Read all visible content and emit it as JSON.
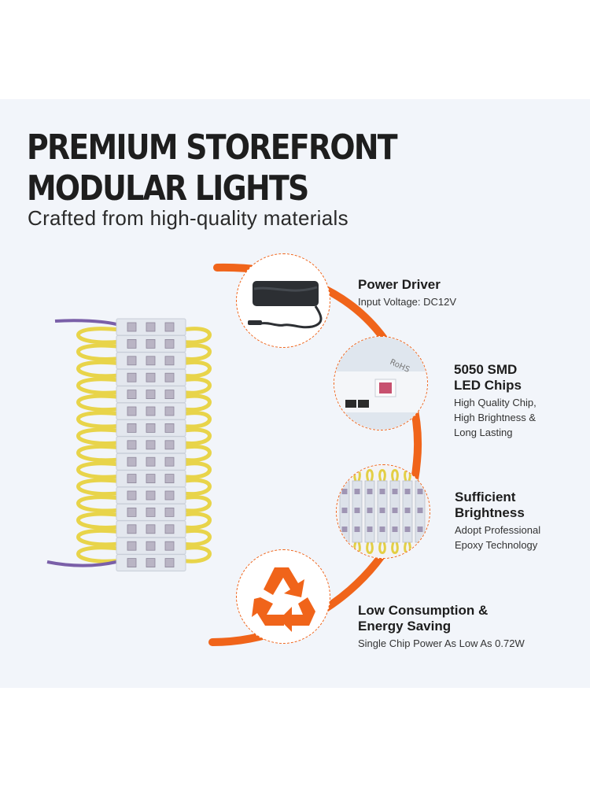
{
  "headline": {
    "line1": "PREMIUM STOREFRONT",
    "line2": "MODULAR LIGHTS"
  },
  "subtitle": "Crafted from high-quality materials",
  "features": [
    {
      "title_lines": [
        "Power Driver"
      ],
      "desc_lines": [
        "Input Voltage: DC12V"
      ],
      "icon": "power-adapter-icon"
    },
    {
      "title_lines": [
        "5050 SMD",
        "LED Chips"
      ],
      "desc_lines": [
        "High Quality Chip,",
        "High Brightness &",
        "Long Lasting"
      ],
      "icon": "smd-chip-icon"
    },
    {
      "title_lines": [
        "Sufficient",
        "Brightness"
      ],
      "desc_lines": [
        "Adopt Professional",
        "Epoxy Technology"
      ],
      "icon": "led-strip-icon"
    },
    {
      "title_lines": [
        "Low Consumption &",
        "Energy Saving"
      ],
      "desc_lines": [
        "Single Chip Power As Low As 0.72W"
      ],
      "icon": "recycle-icon"
    }
  ],
  "colors": {
    "accent": "#f0641a",
    "panel_bg": "#f2f5fa",
    "text": "#1e1e1e",
    "wire_yellow": "#e8d44a",
    "module_body": "#e3e7ee"
  }
}
